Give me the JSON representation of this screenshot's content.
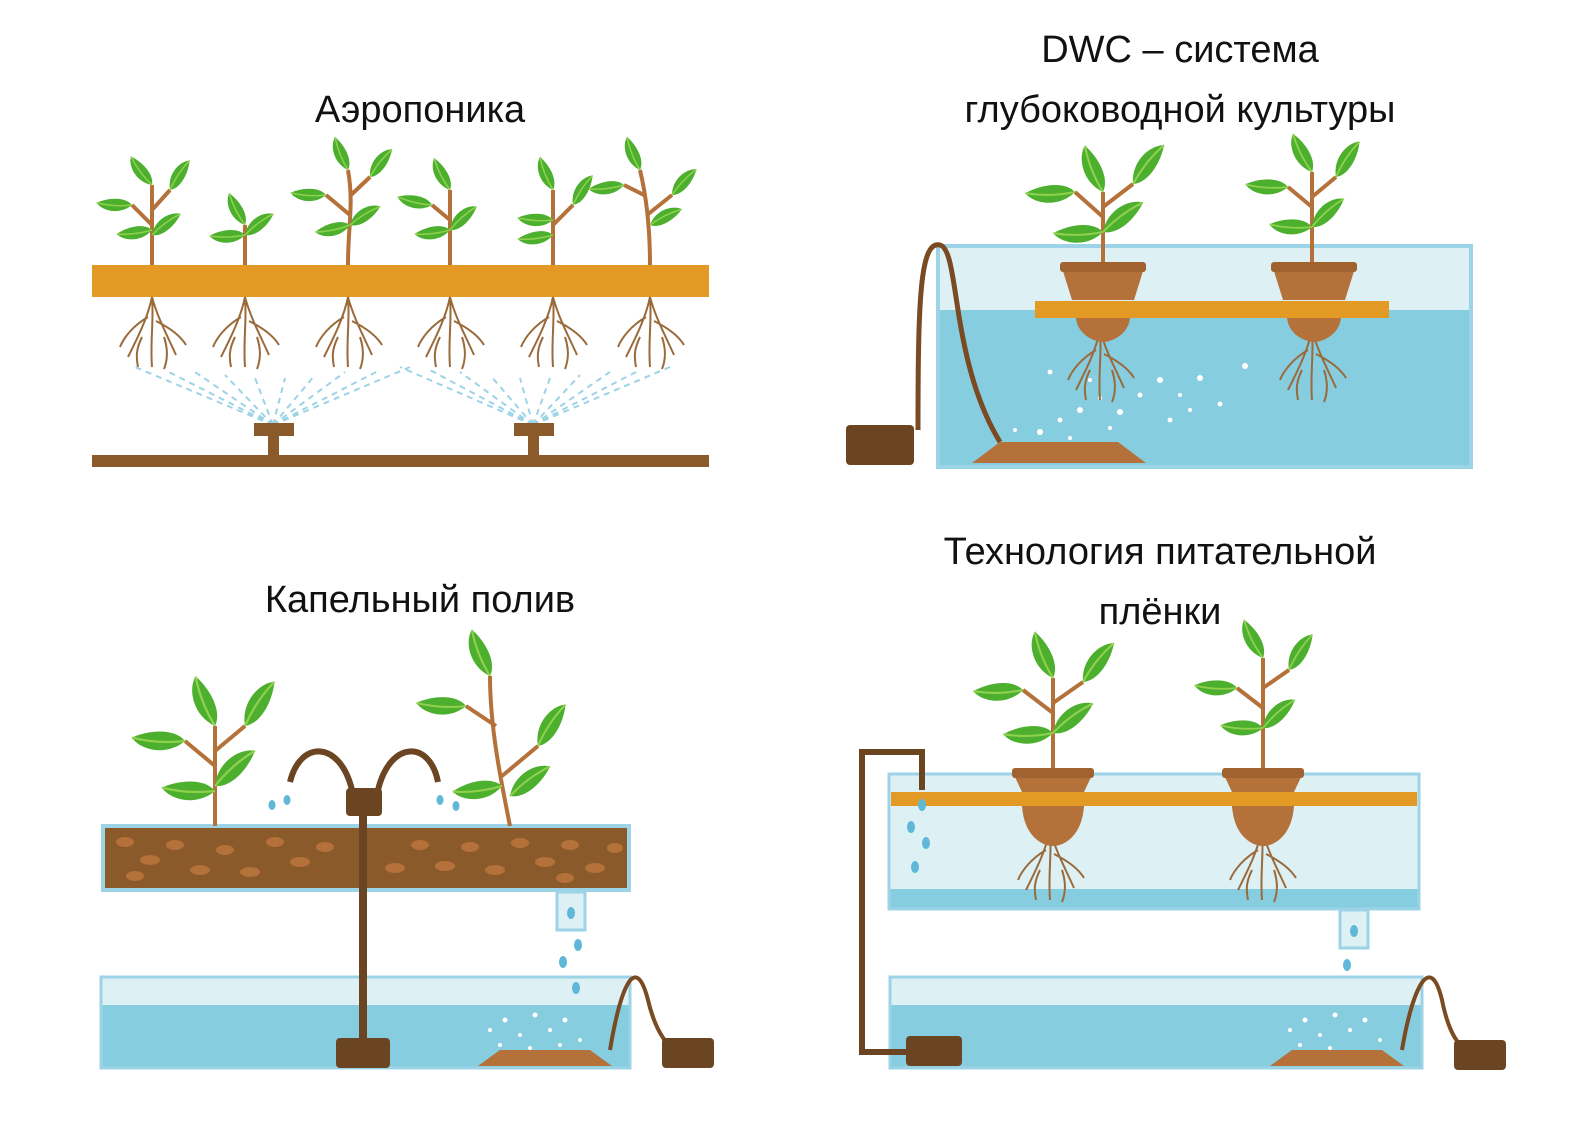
{
  "panels": {
    "aeroponics": {
      "title": "Аэропоника"
    },
    "dwc": {
      "title_line1": "DWC – система",
      "title_line2": "глубоководной культуры"
    },
    "drip": {
      "title": "Капельный полив"
    },
    "nft": {
      "title_line1": "Технология питательной",
      "title_line2": "плёнки"
    }
  },
  "colors": {
    "orange": "#e29a25",
    "brown": "#8a5a2b",
    "dark_brown": "#6b4421",
    "pot": "#b5713a",
    "leaf": "#4caf2e",
    "leaf_light": "#8fd14f",
    "water": "#86cde0",
    "water_light": "#ddf1f5",
    "spray": "#9dd3e6"
  }
}
